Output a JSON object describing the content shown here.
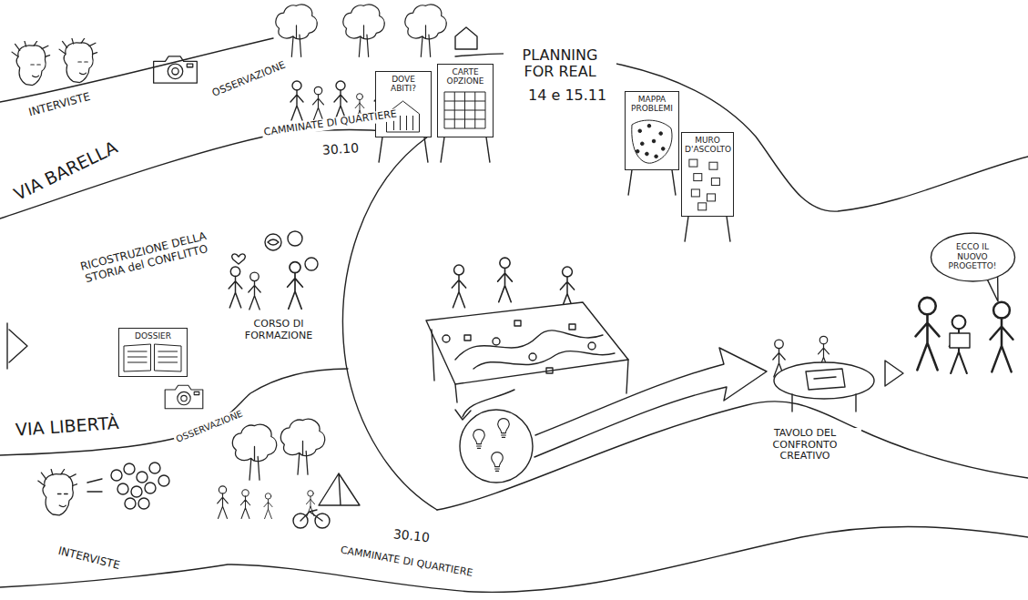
{
  "diagram": {
    "nodes": [
      {
        "text": [
          "DOSSIER"
        ]
      },
      {
        "text": [
          "DOVE ABITI?"
        ]
      },
      {
        "text": [
          "CARTE OPZIONE"
        ]
      },
      {
        "text": [
          "MAPPA PROBLEMI"
        ]
      },
      {
        "text": [
          "MURO D'ASCOLTO"
        ]
      },
      {
        "text": [
          "ECCO IL NUOVO PROGETTO!"
        ]
      }
    ],
    "labels": [
      "INTERVISTE",
      "OSSERVAZIONE",
      "VIA BARELLA",
      "CAMMINATE DI QUARTIERE",
      "30.10",
      "RICOSTRUZIONE DELLA STORIA del CONFLITTO",
      "CORSO DI FORMAZIONE",
      "PLANNING FOR REAL",
      "14 e 15.11",
      "VIA LIBERTÀ",
      "OSSERVAZIONE",
      "30.10",
      "CAMMINATE DI QUARTIERE",
      "INTERVISTE",
      "TAVOLO DEL CONFRONTO CREATIVO"
    ]
  }
}
